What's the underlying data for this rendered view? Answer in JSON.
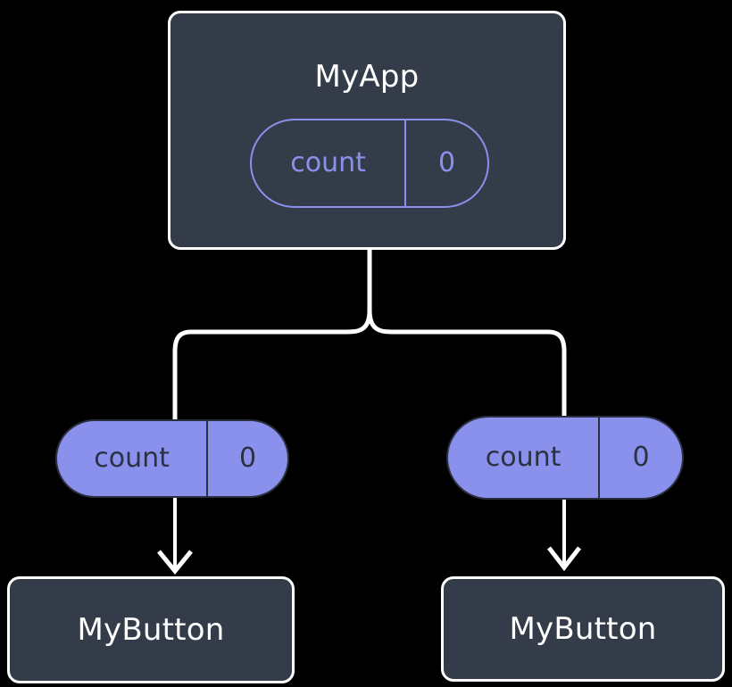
{
  "diagram": {
    "type": "component-state-tree",
    "background_color": "#000000",
    "colors": {
      "component_fill": "#343c4a",
      "component_border": "#ffffff",
      "component_text": "#ffffff",
      "state_accent": "#8a90ed",
      "state_fill": "#8a91ec",
      "state_fill_text": "#2b3140",
      "edge": "#ffffff"
    },
    "nodes": {
      "root": {
        "label": "MyApp",
        "state": {
          "name": "count",
          "value": "0"
        }
      },
      "left_state": {
        "name": "count",
        "value": "0"
      },
      "right_state": {
        "name": "count",
        "value": "0"
      },
      "left_leaf": {
        "label": "MyButton"
      },
      "right_leaf": {
        "label": "MyButton"
      }
    },
    "edges": [
      {
        "from": "root",
        "to": "left_state",
        "style": "branch"
      },
      {
        "from": "root",
        "to": "right_state",
        "style": "branch"
      },
      {
        "from": "left_state",
        "to": "left_leaf",
        "style": "arrow"
      },
      {
        "from": "right_state",
        "to": "right_leaf",
        "style": "arrow"
      }
    ]
  }
}
